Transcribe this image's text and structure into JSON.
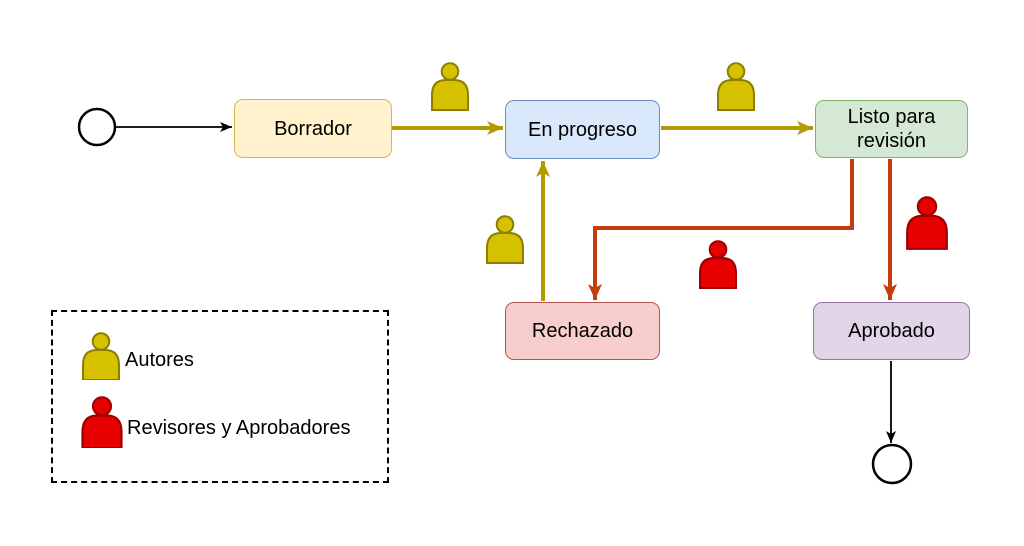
{
  "diagram": {
    "type": "workflow-state-diagram",
    "nodes": {
      "borrador": {
        "label": "Borrador",
        "fill": "#FFF2CC",
        "border": "#D6B656"
      },
      "en_progreso": {
        "label": "En progreso",
        "fill": "#DAE8FC",
        "border": "#6C8EBF"
      },
      "listo": {
        "label": "Listo para revisión",
        "fill": "#D5E8D4",
        "border": "#82B366"
      },
      "rechazado": {
        "label": "Rechazado",
        "fill": "#F8CECC",
        "border": "#B85450"
      },
      "aprobado": {
        "label": "Aprobado",
        "fill": "#E1D5E7",
        "border": "#9673A6"
      }
    },
    "edges": [
      {
        "from": "start",
        "to": "borrador",
        "actor": "none",
        "color": "#000000"
      },
      {
        "from": "borrador",
        "to": "en_progreso",
        "actor": "author",
        "color": "#B29A00"
      },
      {
        "from": "en_progreso",
        "to": "listo",
        "actor": "author",
        "color": "#B29A00"
      },
      {
        "from": "listo",
        "to": "rechazado",
        "actor": "reviewer",
        "color": "#C43E0D"
      },
      {
        "from": "rechazado",
        "to": "en_progreso",
        "actor": "author",
        "color": "#B29A00"
      },
      {
        "from": "listo",
        "to": "aprobado",
        "actor": "reviewer",
        "color": "#C43E0D"
      },
      {
        "from": "aprobado",
        "to": "end",
        "actor": "none",
        "color": "#000000"
      }
    ],
    "actor_colors": {
      "author_fill": "#D5C100",
      "author_stroke": "#8F7D00",
      "reviewer_fill": "#E60000",
      "reviewer_stroke": "#9E0000"
    },
    "legend": {
      "items": [
        {
          "icon": "author-person-icon",
          "label": "Autores"
        },
        {
          "icon": "reviewer-person-icon",
          "label": "Revisores y Aprobadores"
        }
      ]
    }
  }
}
